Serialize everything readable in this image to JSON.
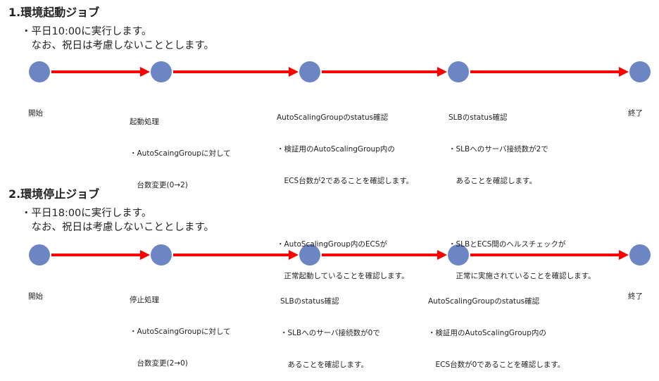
{
  "colors": {
    "node": "#6b86c2",
    "arrow": "#ff0000"
  },
  "sections": [
    {
      "title": "1.環境起動ジョブ",
      "desc": [
        "・平日10:00に実行します。",
        "　なお、祝日は考慮しないこととします。"
      ],
      "steps": [
        {
          "heading": "開始",
          "lines": []
        },
        {
          "heading": "起動処理",
          "lines": [
            "・AutoScaingGroupに対して",
            "　台数変更(0→2)"
          ]
        },
        {
          "heading": "AutoScalingGroupのstatus確認",
          "lines": [
            "・検証用のAutoScalingGroup内の",
            "　ECS台数が2であることを確認します。",
            "",
            "・AutoScalingGroup内のECSが",
            "　正常起動していることを確認します。"
          ]
        },
        {
          "heading": "SLBのstatus確認",
          "lines": [
            "・SLBへのサーバ接続数が2で",
            "　あることを確認します。",
            "",
            "・SLBとECS間のヘルスチェックが",
            "　正常に実施されていることを確認します。"
          ]
        },
        {
          "heading": "終了",
          "lines": []
        }
      ]
    },
    {
      "title": "2.環境停止ジョブ",
      "desc": [
        "・平日18:00に実行します。",
        "　なお、祝日は考慮しないこととします。"
      ],
      "steps": [
        {
          "heading": "開始",
          "lines": []
        },
        {
          "heading": "停止処理",
          "lines": [
            "・AutoScaingGroupに対して",
            "　台数変更(2→0)"
          ]
        },
        {
          "heading": "SLBのstatus確認",
          "lines": [
            "・SLBへのサーバ接続数が0で",
            "　あることを確認します。"
          ]
        },
        {
          "heading": "AutoScalingGroupのstatus確認",
          "lines": [
            "・検証用のAutoScalingGroup内の",
            "　ECS台数が0であることを確認します。"
          ]
        },
        {
          "heading": "終了",
          "lines": []
        }
      ]
    }
  ]
}
